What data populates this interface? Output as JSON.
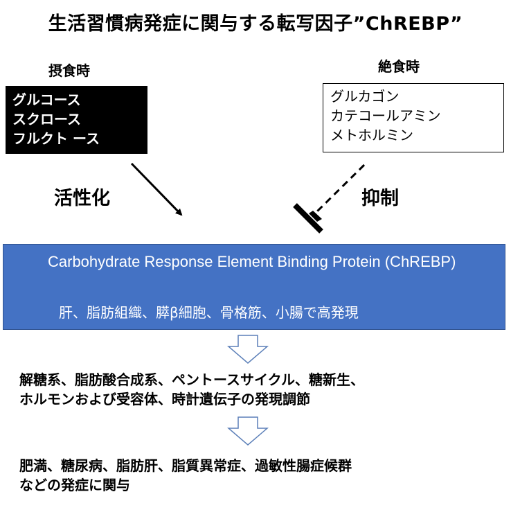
{
  "title": "生活習慣病発症に関与する転写因子”ChREBP”",
  "fed": {
    "label": "摂食時",
    "items": [
      "グルコース",
      "スクロース",
      "フルクト ース"
    ]
  },
  "fasting": {
    "label": "絶食時",
    "items": [
      "グルカゴン",
      "カテコールアミン",
      "メトホルミン"
    ]
  },
  "activation_label": "活性化",
  "inhibition_label": "抑制",
  "protein": {
    "name": "Carbohydrate Response Element Binding Protein (ChREBP)",
    "tissues": "肝、脂肪組織、膵β細胞、骨格筋、小腸で高発現"
  },
  "regulation": {
    "lines": [
      "解糖系、脂肪酸合成系、ペントースサイクル、糖新生、",
      "ホルモンおよび受容体、時計遺伝子の発現調節"
    ]
  },
  "diseases": {
    "lines": [
      "肥満、糖尿病、脂肪肝、脂質異常症、過敏性腸症候群",
      "などの発症に関与"
    ]
  },
  "colors": {
    "protein_box": "#4472c4",
    "fed_box": "#000000",
    "text": "#000000"
  }
}
